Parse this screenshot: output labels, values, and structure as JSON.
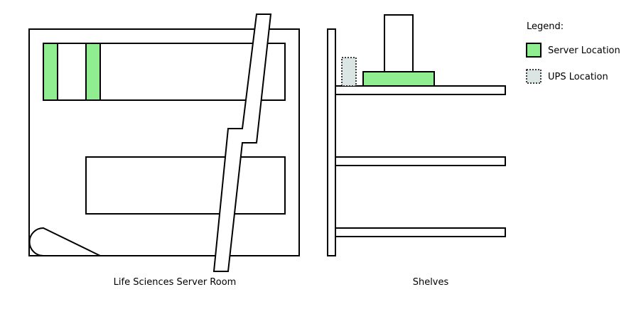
{
  "labels": {
    "room_caption": "Life Sciences Server Room",
    "shelves_caption": "Shelves"
  },
  "legend": {
    "title": "Legend:",
    "items": [
      {
        "label": "Server Location",
        "color": "#90ee90",
        "border": "solid"
      },
      {
        "label": "UPS Location",
        "color": "#dbe6e4",
        "border": "dotted"
      }
    ]
  },
  "colors": {
    "server": "#90ee90",
    "ups": "#dbe6e4",
    "stroke": "#000000",
    "background": "#ffffff"
  }
}
